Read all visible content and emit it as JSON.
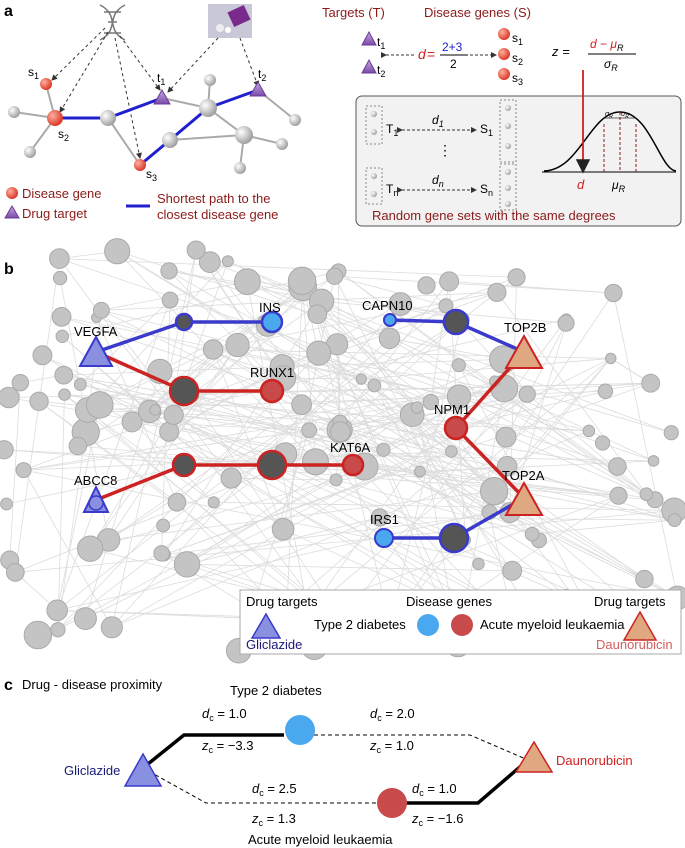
{
  "panel_a": {
    "label": "a",
    "nodes": {
      "s1": "s",
      "s2": "s",
      "s3": "s",
      "t1": "t",
      "t2": "t",
      "sub1": "1",
      "sub2": "2",
      "sub3": "3"
    },
    "legend": {
      "disease_gene": "Disease gene",
      "drug_target": "Drug target",
      "path_line1": "Shortest path to the",
      "path_line2": "closest disease gene"
    },
    "targets_title": "Targets (T)",
    "disease_title": "Disease genes (S)",
    "formula": {
      "d": "d",
      "eq": "=",
      "num": "2+3",
      "den": "2"
    },
    "z_formula": {
      "z": "z =",
      "num": "d − μ",
      "num_sub": "R",
      "den": "σ",
      "den_sub": "R"
    },
    "box": {
      "row1": {
        "T": "T",
        "T_sub": "1",
        "d": "d",
        "d_sub": "1",
        "S": "S",
        "S_sub": "1"
      },
      "rown": {
        "T": "T",
        "T_sub": "n",
        "d": "d",
        "d_sub": "n",
        "S": "S",
        "S_sub": "n"
      },
      "ellipsis": "⋮",
      "caption": "Random gene sets with the same degrees",
      "dist_d": "d",
      "dist_mu": "μ",
      "dist_mu_sub": "R",
      "sigma": "σ",
      "sigma_sub": "R"
    }
  },
  "panel_b": {
    "label": "b",
    "genes": {
      "ins": "INS",
      "capn10": "CAPN10",
      "vegfa": "VEGFA",
      "top2b": "TOP2B",
      "runx1": "RUNX1",
      "npm1": "NPM1",
      "kat6a": "KAT6A",
      "abcc8": "ABCC8",
      "top2a": "TOP2A",
      "irs1": "IRS1"
    },
    "legend": {
      "drug_targets_left": "Drug targets",
      "disease_genes": "Disease genes",
      "drug_targets_right": "Drug targets",
      "gliclazide": "Gliclazide",
      "type2": "Type 2 diabetes",
      "aml": "Acute myeloid leukaemia",
      "daunorubicin": "Daunorubicin"
    }
  },
  "panel_c": {
    "label": "c",
    "title": "Drug - disease proximity",
    "type2": "Type 2 diabetes",
    "aml": "Acute myeloid leukaemia",
    "gliclazide": "Gliclazide",
    "daunorubicin": "Daunorubicin",
    "edges": {
      "gt_d": "= 1.0",
      "gt_z": "= −3.3",
      "td_d": "= 2.0",
      "td_z": "= 1.0",
      "ga_d": "= 2.5",
      "ga_z": "= 1.3",
      "ad_d": "= 1.0",
      "ad_z": "= −1.6"
    },
    "sym": {
      "d": "d",
      "z": "z",
      "c": "c"
    }
  },
  "colors": {
    "disease_red": "#c0504d",
    "drug_purple": "#7b5ca8",
    "path_blue": "#2828d0",
    "dark_red": "#8b1a1a",
    "t2d_blue": "#4aa8ee",
    "aml_red": "#c84a4a",
    "gliclazide_blue": "#8a90e0",
    "dauno_orange": "#e0a880",
    "dark_node": "#555555"
  }
}
